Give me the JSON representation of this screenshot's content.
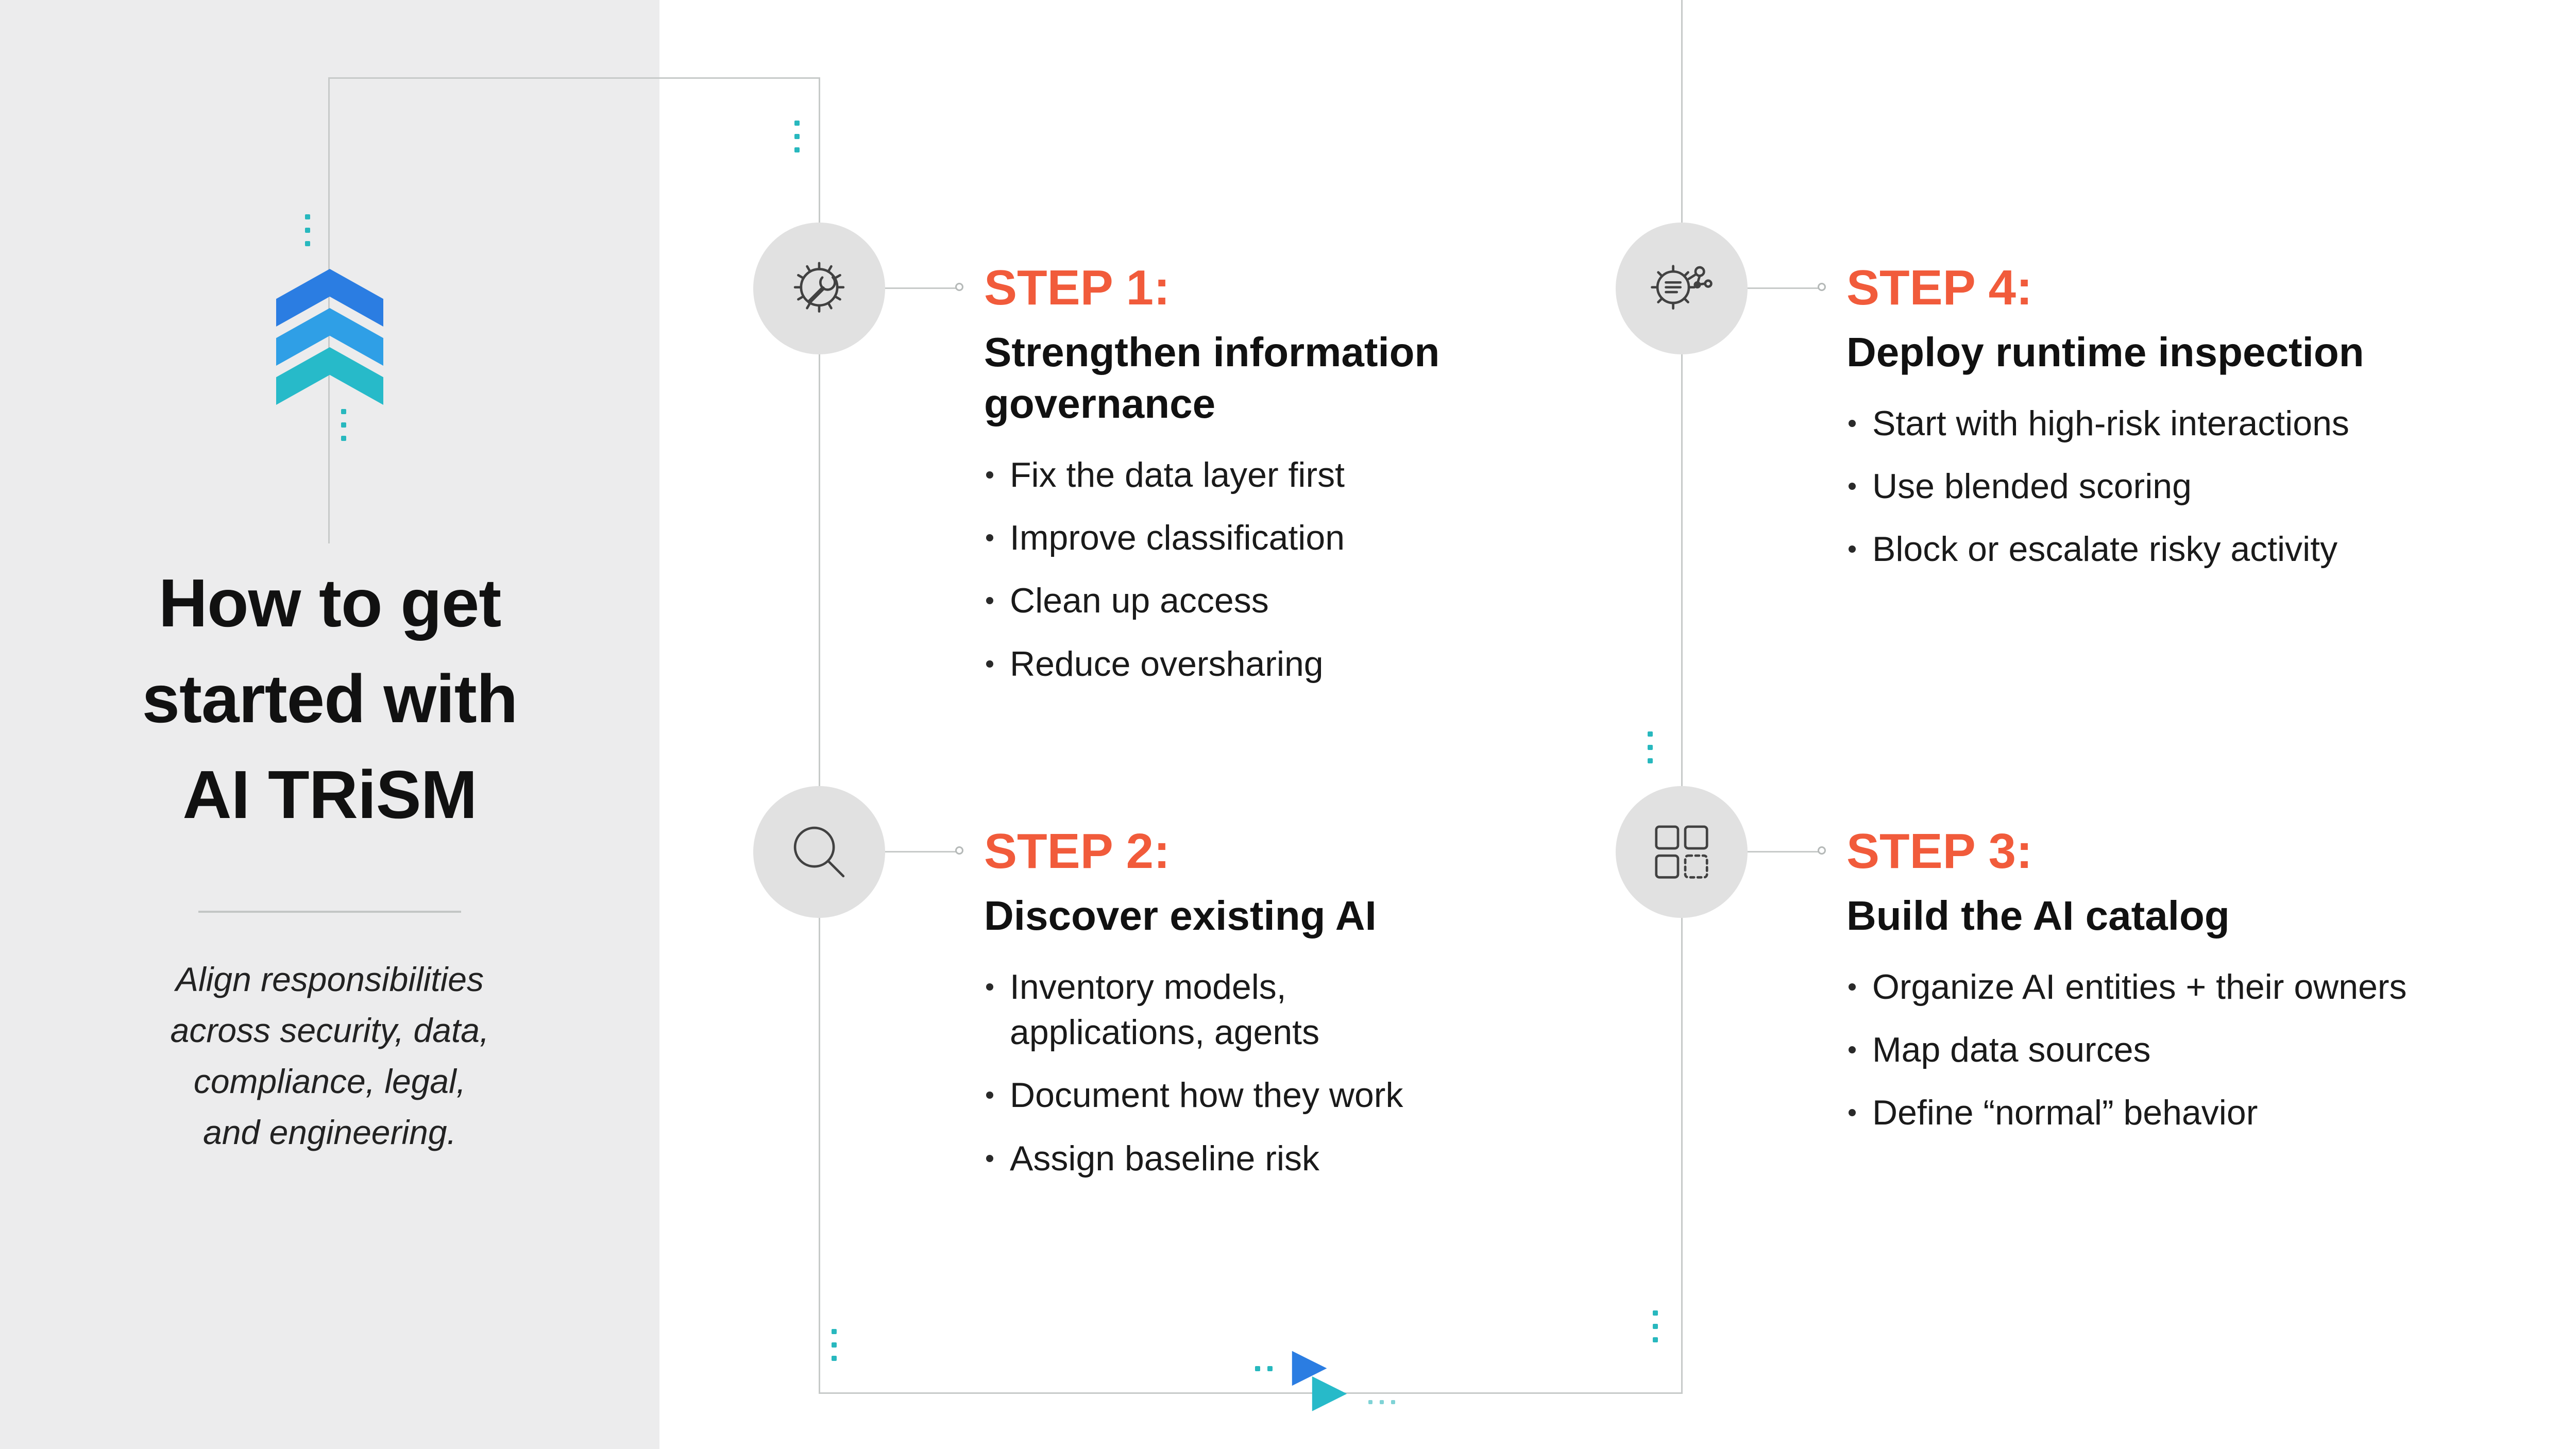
{
  "sidebar": {
    "icon": "upgrade-chevrons-icon",
    "title_lines": [
      "How to get",
      "started with",
      "AI TRiSM"
    ],
    "subtitle_lines": [
      "Align responsibilities",
      "across security, data,",
      "compliance, legal,",
      "and engineering."
    ]
  },
  "steps": [
    {
      "label": "STEP 1:",
      "title": "Strengthen information governance",
      "icon": "wrench-gear-icon",
      "bullets": [
        "Fix the data layer first",
        "Improve classification",
        "Clean up access",
        "Reduce oversharing"
      ]
    },
    {
      "label": "STEP 2:",
      "title": "Discover existing AI",
      "icon": "magnifier-icon",
      "bullets": [
        "Inventory models, applications, agents",
        "Document how they work",
        "Assign baseline risk"
      ]
    },
    {
      "label": "STEP 3:",
      "title": "Build the AI catalog",
      "icon": "grid-squares-icon",
      "bullets": [
        "Organize AI entities + their owners",
        "Map data sources",
        "Define “normal” behavior"
      ]
    },
    {
      "label": "STEP 4:",
      "title": "Deploy runtime inspection",
      "icon": "gear-network-icon",
      "bullets": [
        "Start with high-risk interactions",
        "Use blended scoring",
        "Block or escalate risky activity"
      ]
    }
  ],
  "footer_arrow": {
    "icon": "forward-chevrons-icon"
  },
  "colors": {
    "accent_orange": "#F15B3B",
    "teal": "#28B8BE",
    "blue": "#2B7DE2",
    "sidebar_bg": "#ECECED",
    "line_gray": "#C7CAC9",
    "circle_gray": "#E1E1E1",
    "text_dark": "#1A1A1A"
  }
}
